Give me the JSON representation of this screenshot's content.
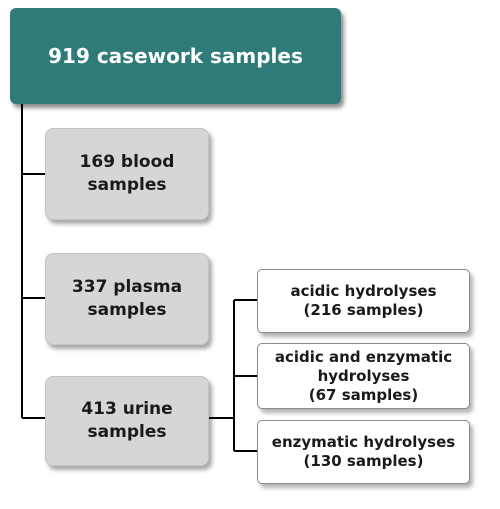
{
  "root": {
    "label": "919 casework samples"
  },
  "sample_types": [
    {
      "label": "169 blood\nsamples"
    },
    {
      "label": "337 plasma\nsamples"
    },
    {
      "label": "413 urine\nsamples"
    }
  ],
  "urine_hydrolyses": [
    {
      "label": "acidic hydrolyses\n(216 samples)"
    },
    {
      "label": "acidic and enzymatic\nhydrolyses\n(67 samples)"
    },
    {
      "label": "enzymatic hydrolyses\n(130 samples)"
    }
  ],
  "colors": {
    "root_fill": "#2e7b7a",
    "grey_fill": "#d6d6d6",
    "connector": "#000000"
  }
}
